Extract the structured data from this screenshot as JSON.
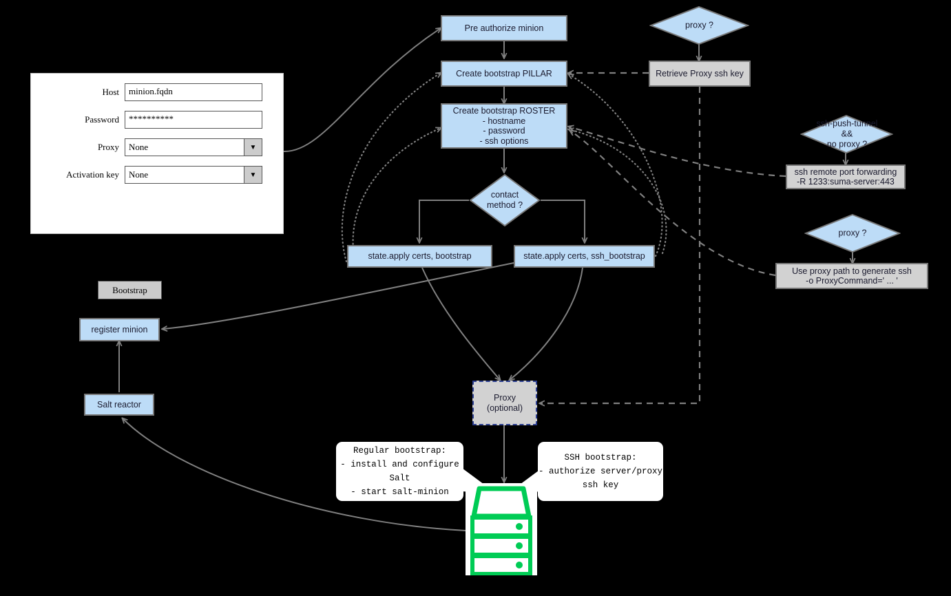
{
  "form": {
    "fields": [
      {
        "label": "Host",
        "type": "text",
        "value": "minion.fqdn"
      },
      {
        "label": "Password",
        "type": "text",
        "value": "**********"
      },
      {
        "label": "Proxy",
        "type": "select",
        "value": "None"
      },
      {
        "label": "Activation key",
        "type": "select",
        "value": "None"
      }
    ],
    "submit_label": "Bootstrap",
    "dropdown_arrow": "▼"
  },
  "nodes": {
    "pre_authorize": "Pre authorize minion",
    "create_pillar": "Create bootstrap PILLAR",
    "create_roster": "Create bootstrap ROSTER\n- hostname\n- password\n- ssh options",
    "contact_method": "contact\nmethod ?",
    "state_apply_bootstrap": "state.apply certs, bootstrap",
    "state_apply_ssh_bootstrap": "state.apply certs, ssh_bootstrap",
    "proxy_q_top": "proxy ?",
    "retrieve_proxy_key": "Retrieve Proxy ssh key",
    "ssh_push_tunnel_q": "ssh-push-tunnel\n&&\nno proxy ?",
    "ssh_remote_forward": "ssh remote port forwarding\n-R 1233:suma-server:443",
    "proxy_q_bottom": "proxy ?",
    "use_proxy_path": "Use proxy path to generate ssh\n-o ProxyCommand=' ... '",
    "register_minion": "register minion",
    "salt_reactor": "Salt reactor",
    "proxy_optional": "Proxy\n(optional)"
  },
  "callouts": {
    "regular_bootstrap": "Regular bootstrap:\n- install and configure\nSalt\n- start salt-minion",
    "ssh_bootstrap": "SSH bootstrap:\n- authorize server/proxy\nssh key"
  },
  "colors": {
    "node_blue": "#bddcf7",
    "node_gray": "#d2d2d2",
    "node_border": "#787878",
    "edge": "#808080",
    "proxy_border": "#2c3e8f",
    "server_green": "#00cc55",
    "background": "#000000"
  }
}
